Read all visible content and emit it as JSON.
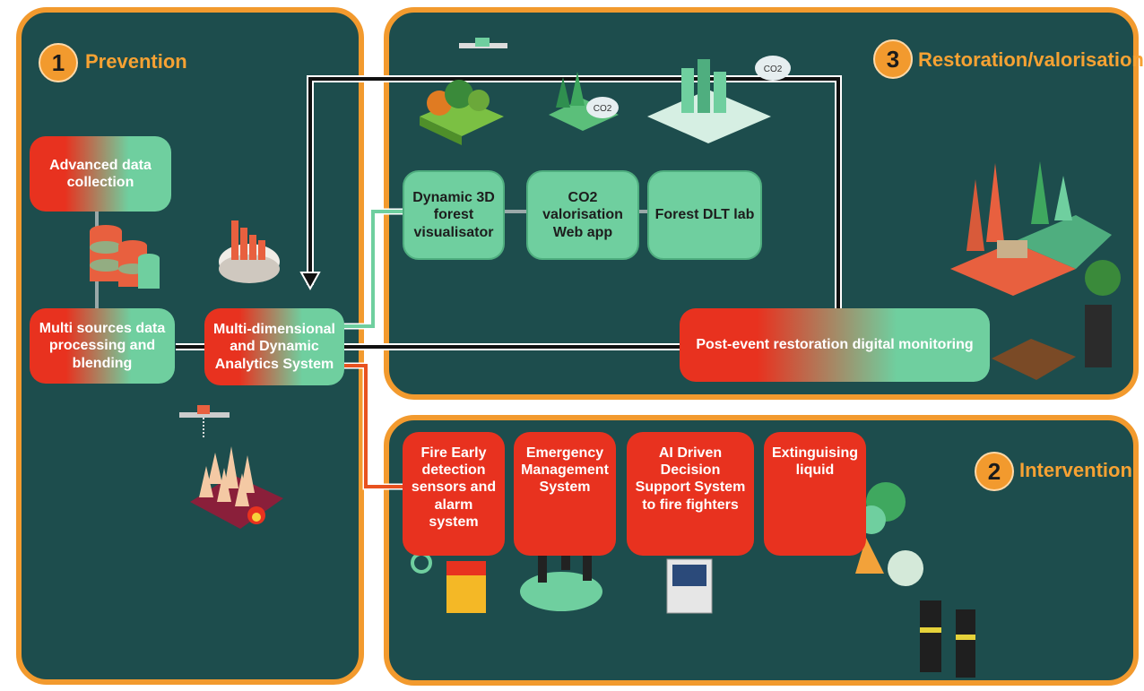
{
  "panels": {
    "prevention": {
      "number": "1",
      "title": "Prevention"
    },
    "restoration": {
      "number": "3",
      "title": "Restoration/valorisation"
    },
    "intervention": {
      "number": "2",
      "title": "Intervention"
    }
  },
  "prevention_boxes": {
    "data_collection": "Advanced data collection",
    "data_processing": "Multi sources data processing and blending",
    "analytics": "Multi-dimensional and Dynamic Analytics System"
  },
  "restoration_boxes": {
    "visualisator": "Dynamic 3D forest visualisator",
    "co2_app": "CO2 valorisation Web app",
    "dlt_lab": "Forest DLT lab",
    "post_event": "Post-event restoration digital monitoring"
  },
  "intervention_boxes": {
    "fire_detection": "Fire Early detection sensors and alarm system",
    "emergency": "Emergency Management System",
    "ai_decision": "AI Driven Decision Support System to fire fighters",
    "extinguishing": "Extinguising liquid"
  },
  "icon_labels": {
    "co2_cloud_1": "CO2",
    "co2_cloud_2": "CO2"
  },
  "colors": {
    "panel_bg": "#1d4d4d",
    "panel_border": "#f29a2e",
    "red": "#e8321f",
    "green": "#6fcf9f"
  }
}
